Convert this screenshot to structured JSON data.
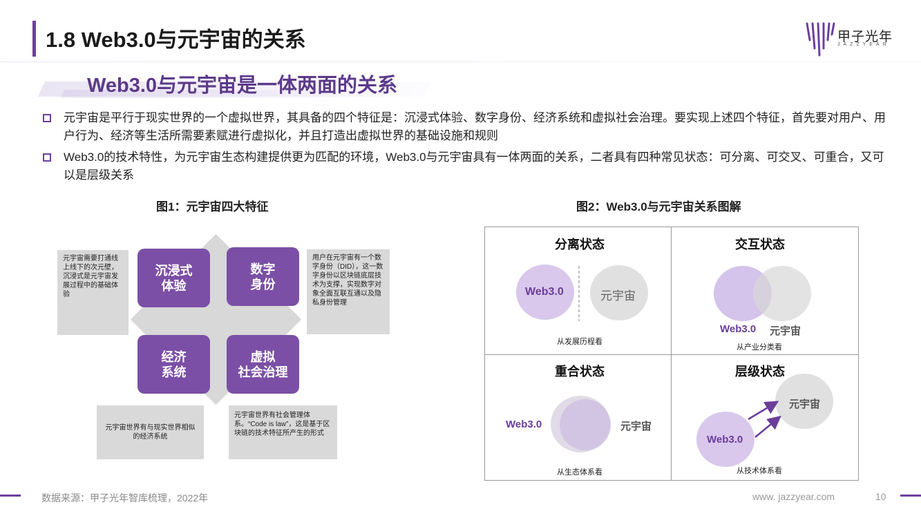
{
  "header": {
    "title": "1.8 Web3.0与元宇宙的关系",
    "logo_name": "甲子光年",
    "logo_sub": "JAZZYEAR",
    "brand_color": "#6c3fa0"
  },
  "subtitle": "Web3.0与元宇宙是一体两面的关系",
  "bullets": [
    "元宇宙是平行于现实世界的一个虚拟世界，其具备的四个特征是：沉浸式体验、数字身份、经济系统和虚拟社会治理。要实现上述四个特征，首先要对用户、用户行为、经济等生活所需要素赋进行虚拟化，并且打造出虚拟世界的基础设施和规则",
    "Web3.0的技术特性，为元宇宙生态构建提供更为匹配的环境，Web3.0与元宇宙具有一体两面的关系，二者具有四种常见状态：可分离、可交叉、可重合，又可以是层级关系"
  ],
  "figure1": {
    "title": "图1：元宇宙四大特征",
    "boxes": [
      "沉浸式\n体验",
      "数字\n身份",
      "经济\n系统",
      "虚拟\n社会治理"
    ],
    "notes": [
      "元宇宙需要打通线上线下的次元壁，沉浸式是元宇宙发展过程中的基础体验",
      "用户在元宇宙有一个数字身份（DID），这一数字身份以区块链底层技术为支撑，实现数字对象全面互联互通以及隐私身份管理",
      "元宇宙世界有与现实世界相似的经济系统",
      "元宇宙世界有社会管理体系。“Code is law”，这是基于区块链的技术特征所产生的形式"
    ],
    "box_color": "#7b4fa6"
  },
  "figure2": {
    "title": "图2：Web3.0与元宇宙关系图解",
    "quadrants": [
      {
        "title": "分离状态",
        "a": "Web3.0",
        "b": "元宇宙",
        "note": "从发展历程看"
      },
      {
        "title": "交互状态",
        "a": "Web3.0",
        "b": "元宇宙",
        "note": "从产业分类看"
      },
      {
        "title": "重合状态",
        "a": "Web3.0",
        "b": "元宇宙",
        "note": "从生态体系看"
      },
      {
        "title": "层级状态",
        "a": "Web3.0",
        "b": "元宇宙",
        "note": "从技术体系看"
      }
    ],
    "web3_color": "#d9c8ec",
    "meta_color": "#e0e0e0"
  },
  "footer": {
    "source": "数据来源：甲子光年智库梳理，2022年",
    "site": "www. jazzyear.com",
    "page": "10"
  }
}
